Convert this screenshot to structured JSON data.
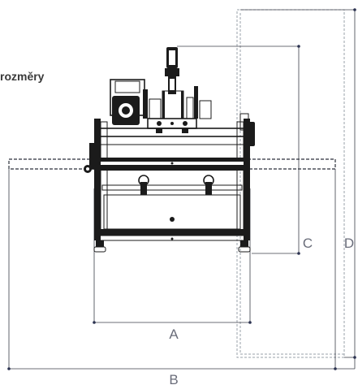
{
  "caption": "rozměry",
  "dimensions": {
    "a": "A",
    "b": "B",
    "c": "C",
    "d": "D"
  }
}
